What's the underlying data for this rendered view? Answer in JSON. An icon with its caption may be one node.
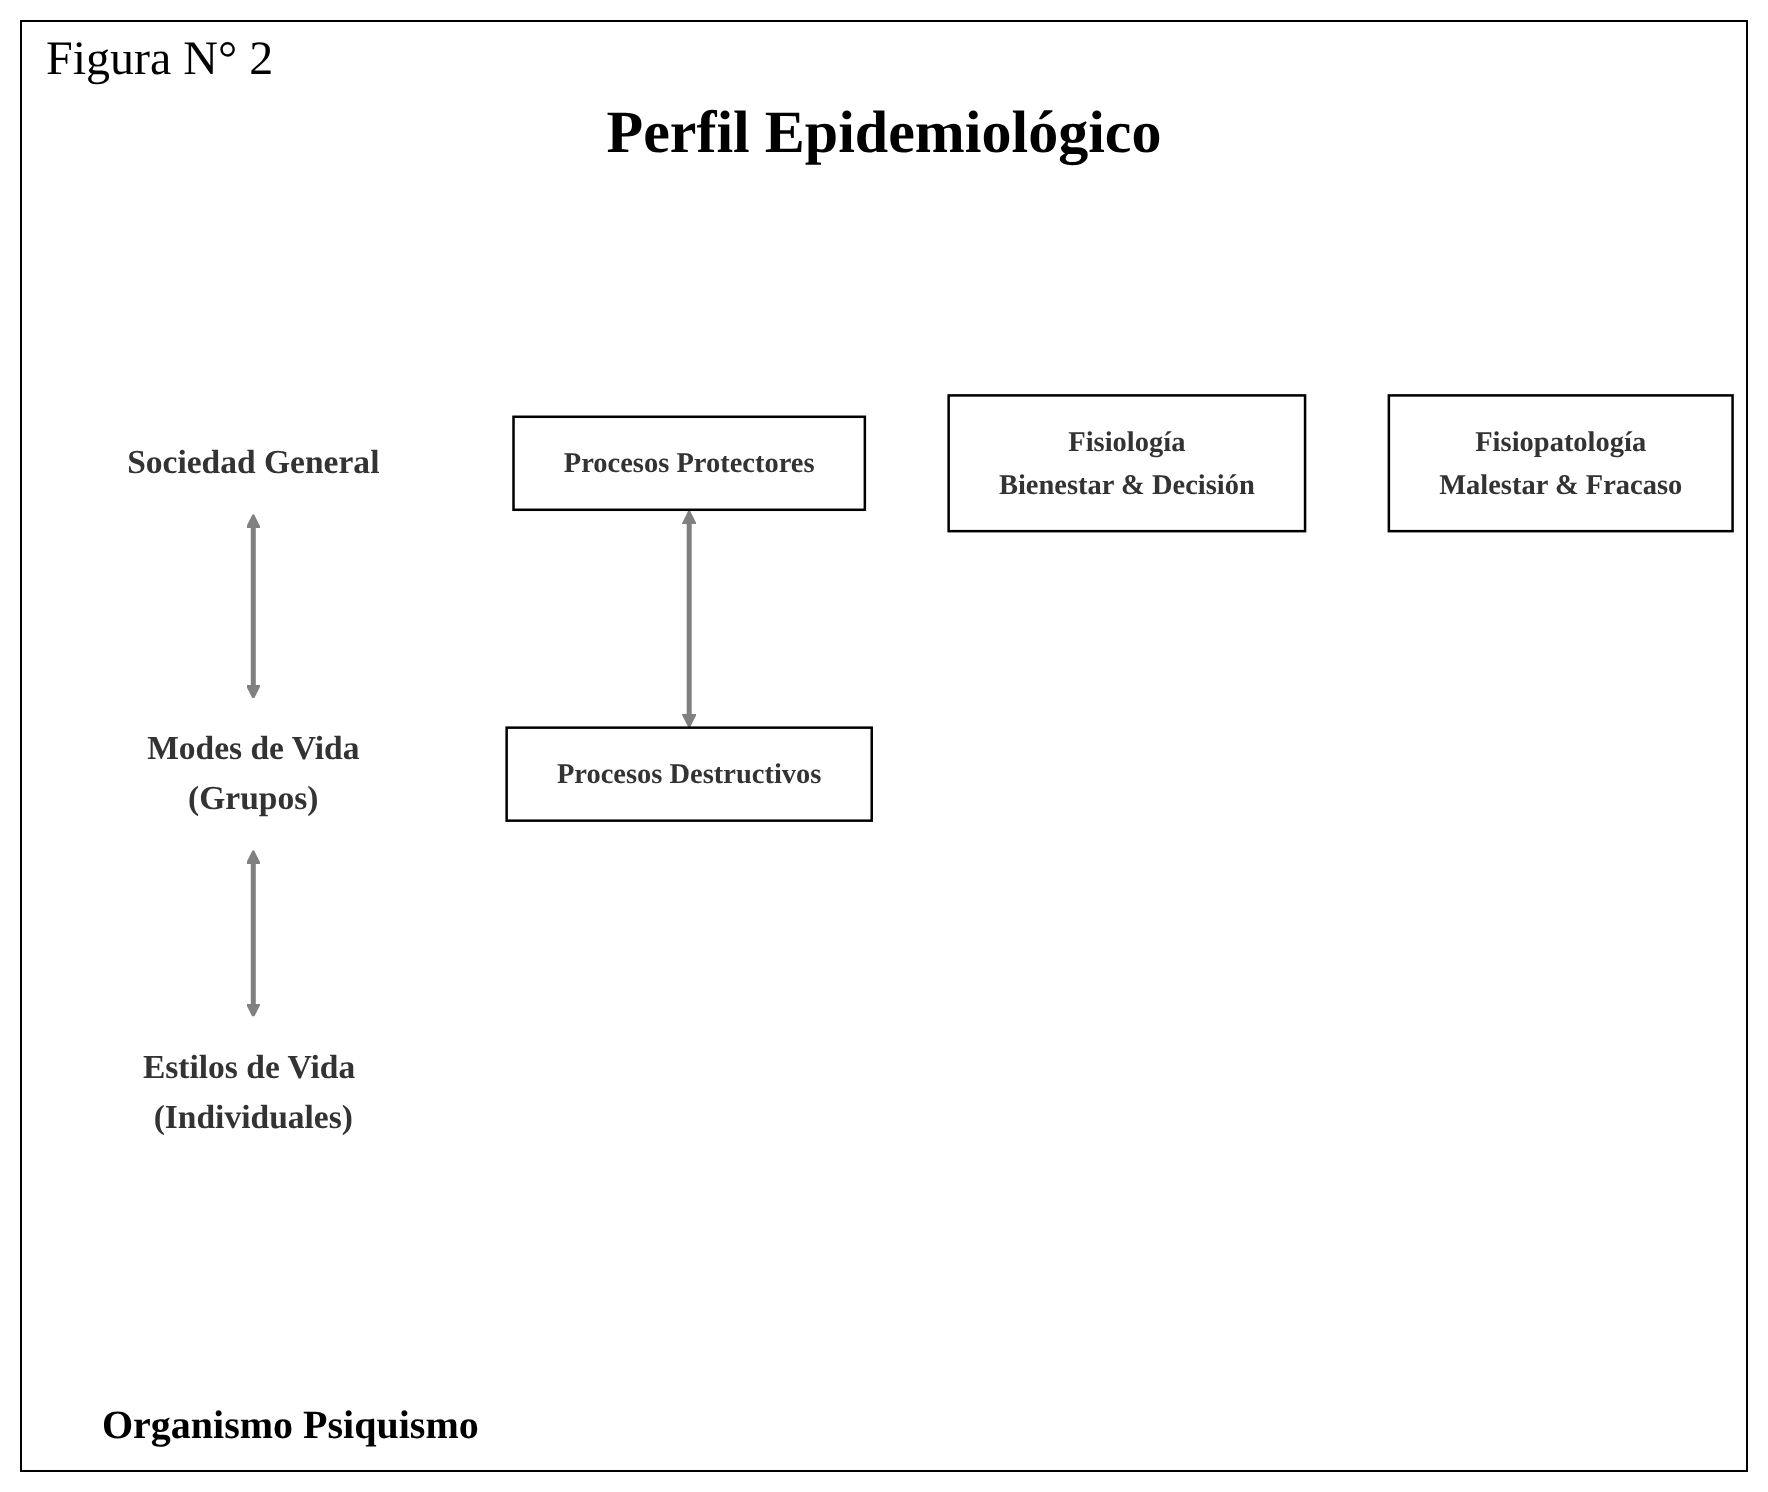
{
  "diagram": {
    "title": "Perfil Epidemiológico",
    "nodes": [
      {
        "text": [
          "Sociedad General"
        ]
      },
      {
        "text": [
          "Modes de Vida",
          "(Grupos)"
        ]
      },
      {
        "text": [
          "Estilos de Vida (Individuales)"
        ]
      },
      {
        "text": [
          "Procesos Protectores"
        ]
      },
      {
        "text": [
          "Procesos Destructivos"
        ]
      },
      {
        "text": [
          "Fisiología",
          "Bienestar & Decisión"
        ]
      },
      {
        "text": [
          "Fisiopatología",
          "Malestar & Fracaso"
        ]
      }
    ],
    "edges": [
      {
        "from": 0,
        "to": 1,
        "arrow": "both"
      },
      {
        "from": 1,
        "to": 2,
        "arrow": "both"
      },
      {
        "from": 3,
        "to": 4,
        "arrow": "both"
      }
    ],
    "labels": [
      "Figura N° 2",
      "Organismo Psiquismo"
    ]
  }
}
